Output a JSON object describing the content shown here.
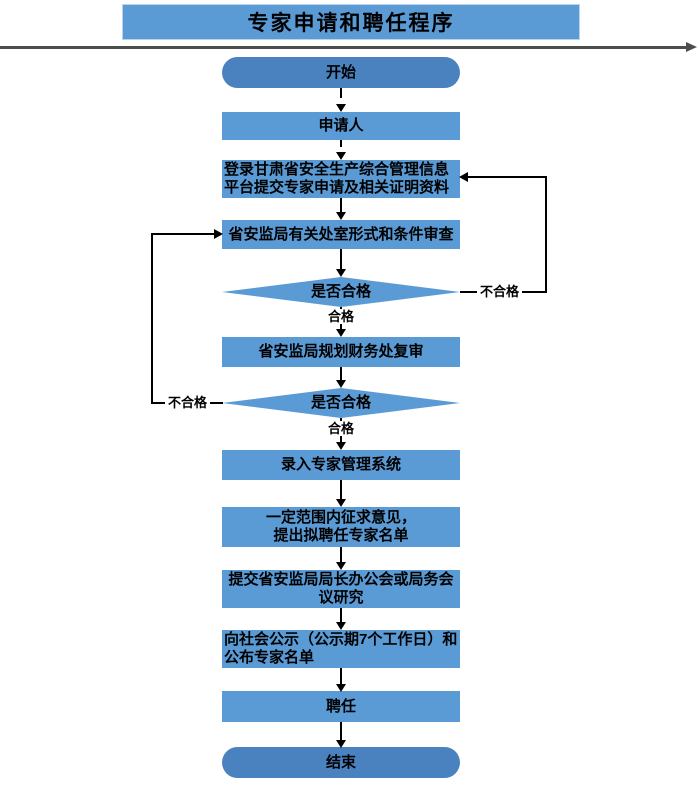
{
  "title": "专家申请和聘任程序",
  "colors": {
    "process_fill": "#5b9bd5",
    "terminal_fill": "#4a82c0",
    "flow_line": "#000000",
    "rule_line": "#4d4d4d"
  },
  "nodes": {
    "start": "开始",
    "applicant": "申请人",
    "login_platform": "登录甘肃省安全生产综合管理信息\n平台提交专家申请及相关证明资料",
    "dept_review": "省安监局有关处室形式和条件审查",
    "decision1": "是否合格",
    "finance_review": "省安监局规划财务处复审",
    "decision2": "是否合格",
    "enter_system": "录入专家管理系统",
    "solicit_opinions": "一定范围内征求意见，\n提出拟聘任专家名单",
    "bureau_meeting": "提交省安监局局长办公会或局务会\n议研究",
    "public_notice": "向社会公示（公示期7个工作日）和\n公布专家名单",
    "appointment": "聘任",
    "end": "结束"
  },
  "edge_labels": {
    "pass1": "合格",
    "fail1": "不合格",
    "pass2": "合格",
    "fail2": "不合格"
  }
}
